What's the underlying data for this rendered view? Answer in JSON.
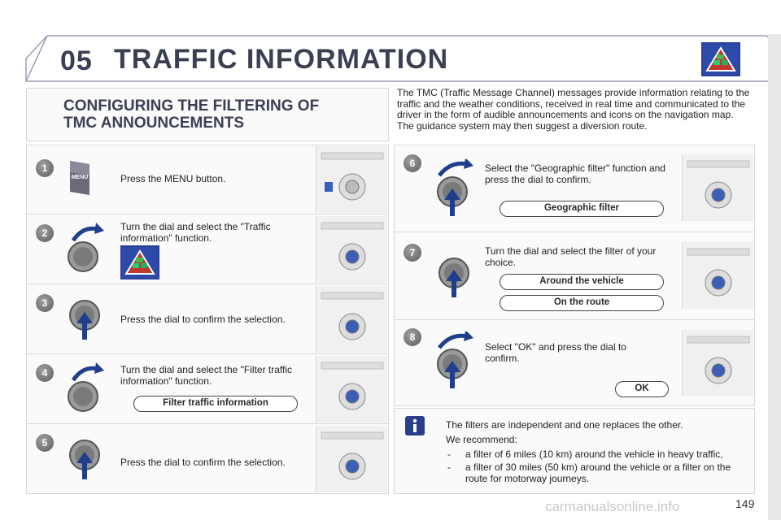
{
  "header": {
    "chapter": "05",
    "title": "TRAFFIC INFORMATION",
    "icon": "traffic-info-icon"
  },
  "subtitle": "CONFIGURING THE FILTERING OF TMC ANNOUNCEMENTS",
  "intro": "The TMC (Traffic Message Channel) messages provide information relating to the traffic and the weather conditions, received in real time and communicated to the driver in the form of audible announcements and icons on the navigation map.",
  "intro2": "The guidance system may then suggest a diversion route.",
  "steps_left": [
    {
      "num": "1",
      "text": "Press the MENU button.",
      "button_label": "MENU"
    },
    {
      "num": "2",
      "text": "Turn the dial and select the \"Traffic information\" function."
    },
    {
      "num": "3",
      "text": "Press the dial to confirm the selection."
    },
    {
      "num": "4",
      "text": "Turn the dial and select the \"Filter traffic information\" function.",
      "pill": "Filter traffic information"
    },
    {
      "num": "5",
      "text": "Press the dial to confirm the selection."
    }
  ],
  "steps_right": [
    {
      "num": "6",
      "text": "Select the \"Geographic filter\" function and press the dial to confirm.",
      "pill": "Geographic filter"
    },
    {
      "num": "7",
      "text": "Turn the dial and select the filter of your choice.",
      "pill1": "Around the vehicle",
      "pill2": "On the route"
    },
    {
      "num": "8",
      "text": "Select \"OK\" and press the dial to confirm.",
      "pill": "OK"
    }
  ],
  "info": {
    "icon": "info-icon",
    "line1": "The filters are independent and one replaces the other.",
    "line2": "We recommend:",
    "bullet1": "a filter of 6 miles (10 km) around the vehicle in heavy traffic,",
    "bullet2": "a filter of 30 miles (50 km) around the vehicle or a filter on the route for motorway journeys.",
    "dash": "-"
  },
  "page_number": "149",
  "watermark": "carmanualsonline.info",
  "colors": {
    "accent_blue": "#2e4aa8",
    "heading": "#3b3f52",
    "arrow_blue": "#1f3e8c"
  }
}
